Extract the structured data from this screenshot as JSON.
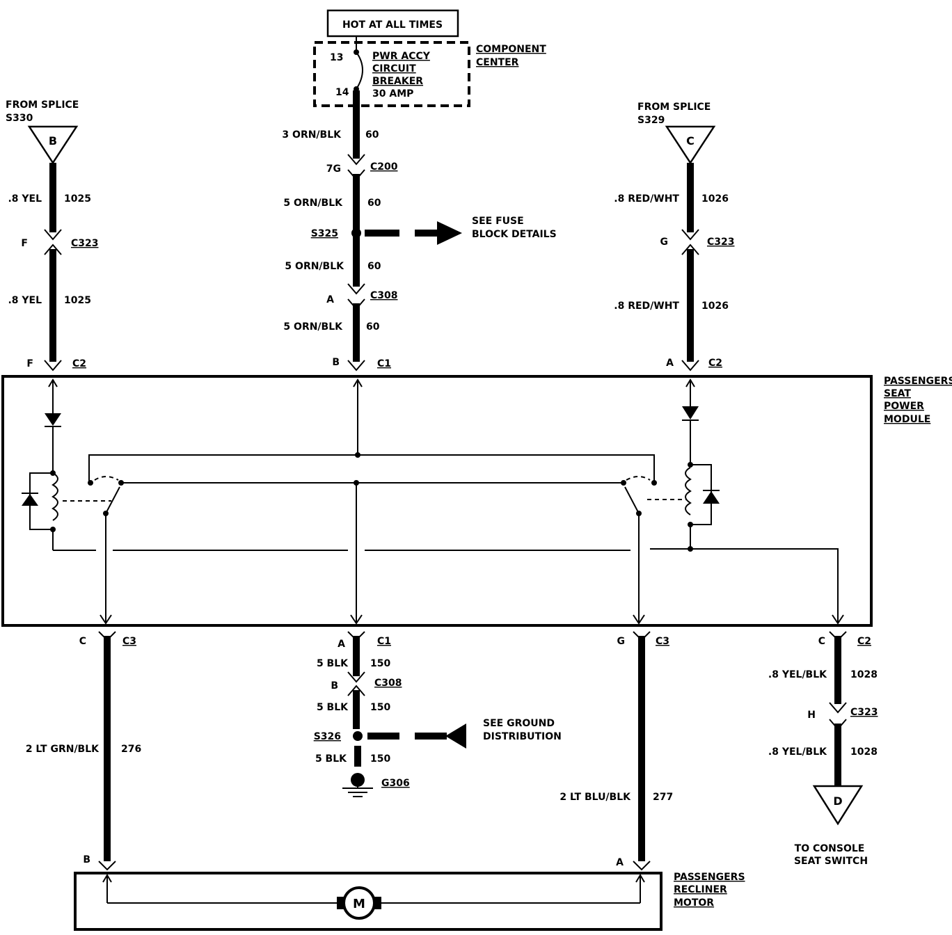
{
  "power": {
    "hot_label": "HOT AT ALL TIMES",
    "component_center": [
      "COMPONENT",
      "CENTER"
    ],
    "breaker": [
      "PWR ACCY",
      "CIRCUIT",
      "BREAKER",
      "30 AMP"
    ],
    "pin_in": "13",
    "pin_out": "14"
  },
  "left_feed": {
    "from": [
      "FROM SPLICE",
      "S330"
    ],
    "letter": "B",
    "wire_top": ".8 YEL",
    "circuit_top": "1025",
    "pin": "F",
    "connector": "C323",
    "wire_bottom": ".8 YEL",
    "circuit_bottom": "1025",
    "module_pin": "F",
    "module_connector": "C2"
  },
  "center_feed": {
    "wire1": "3 ORN/BLK",
    "circuit1": "60",
    "pin1": "7G",
    "connector1": "C200",
    "wire2": "5 ORN/BLK",
    "circuit2": "60",
    "splice": "S325",
    "fuse_note": [
      "SEE FUSE",
      "BLOCK DETAILS"
    ],
    "wire3": "5 ORN/BLK",
    "circuit3": "60",
    "pin3": "A",
    "connector3": "C308",
    "wire4": "5 ORN/BLK",
    "circuit4": "60",
    "module_pin": "B",
    "module_connector": "C1"
  },
  "right_feed": {
    "from": [
      "FROM SPLICE",
      "S329"
    ],
    "letter": "C",
    "wire_top": ".8 RED/WHT",
    "circuit_top": "1026",
    "pin": "G",
    "connector": "C323",
    "wire_bottom": ".8 RED/WHT",
    "circuit_bottom": "1026",
    "module_pin": "A",
    "module_connector": "C2"
  },
  "module": {
    "name": [
      "PASSENGERS",
      "SEAT",
      "POWER",
      "MODULE"
    ]
  },
  "bottom_left": {
    "pin": "C",
    "connector": "C3",
    "wire": "2 LT GRN/BLK",
    "circuit": "276",
    "motor_pin": "B"
  },
  "ground": {
    "pin1": "A",
    "connector1": "C1",
    "wire1": "5 BLK",
    "circuit1": "150",
    "pin2": "B",
    "connector2": "C308",
    "wire2": "5 BLK",
    "circuit2": "150",
    "splice": "S326",
    "note": [
      "SEE GROUND",
      "DISTRIBUTION"
    ],
    "wire3": "5 BLK",
    "circuit3": "150",
    "ground_id": "G306"
  },
  "bottom_right": {
    "pin": "G",
    "connector": "C3",
    "wire": "2 LT BLU/BLK",
    "circuit": "277",
    "motor_pin": "A"
  },
  "console": {
    "pin": "C",
    "connector": "C2",
    "wire_top": ".8 YEL/BLK",
    "circuit_top": "1028",
    "pin2": "H",
    "connector2": "C323",
    "wire_bottom": ".8 YEL/BLK",
    "circuit_bottom": "1028",
    "letter": "D",
    "dest": [
      "TO CONSOLE",
      "SEAT SWITCH"
    ]
  },
  "motor": {
    "symbol": "M",
    "name": [
      "PASSENGERS",
      "RECLINER",
      "MOTOR"
    ]
  }
}
